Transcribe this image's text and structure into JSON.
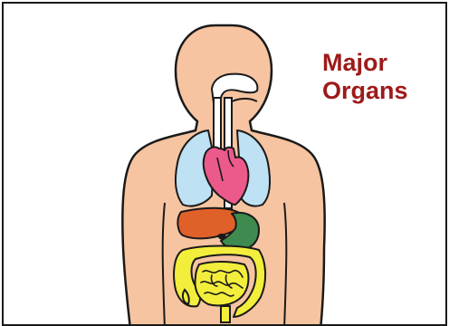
{
  "title": {
    "line1": "Major",
    "line2": "Organs"
  },
  "colors": {
    "title": "#9e1a1a",
    "skin": "#f6c4a0",
    "outline": "#1a1a1a",
    "lungs": "#bfe1f4",
    "heart": "#ec5a8c",
    "liver": "#e0602a",
    "stomach": "#3f8a4f",
    "intestines": "#f3ee3c",
    "airway": "#ffffff"
  },
  "organs": [
    "lungs",
    "heart",
    "liver",
    "stomach",
    "intestines",
    "trachea",
    "esophagus"
  ]
}
